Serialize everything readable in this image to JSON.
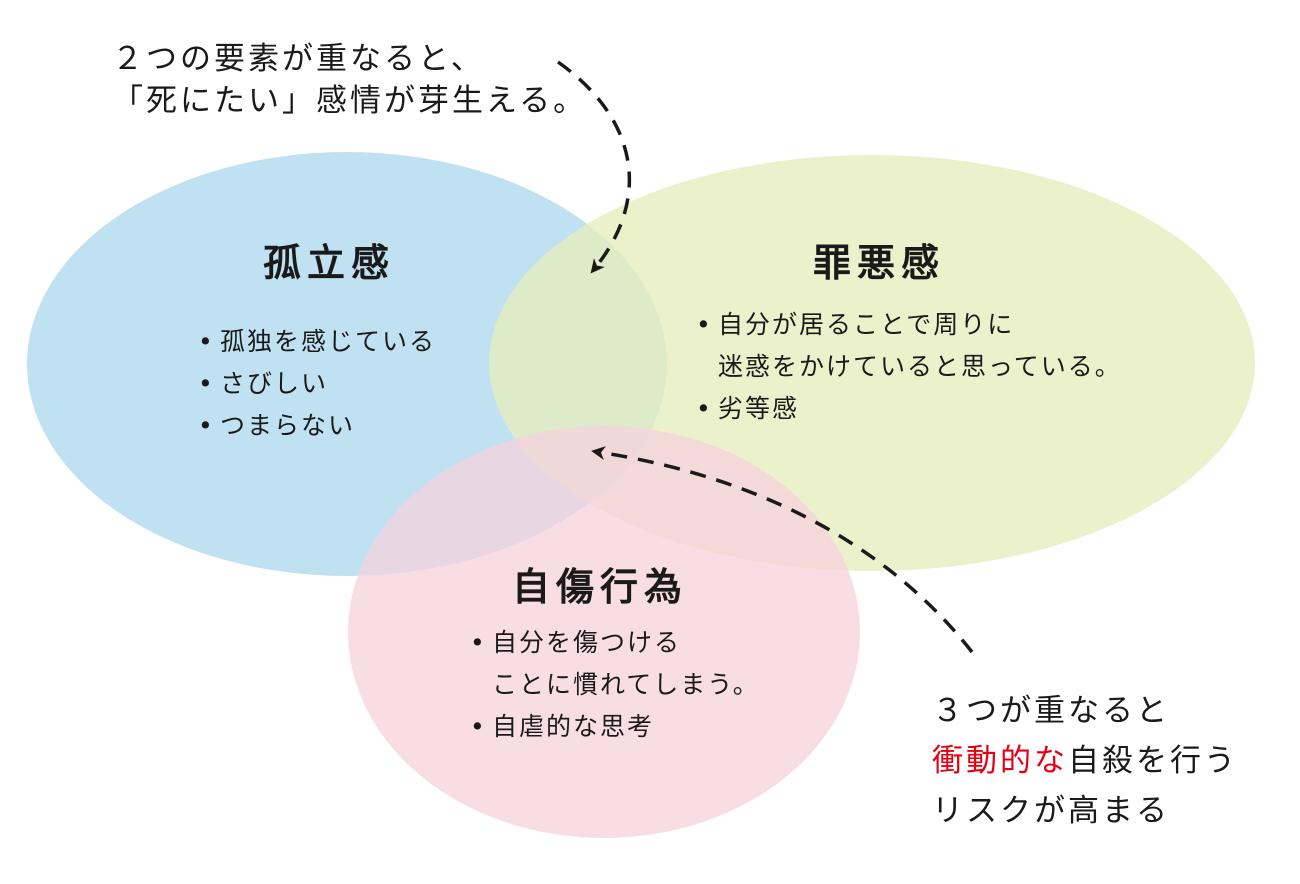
{
  "colors": {
    "isolation": "#b4dcf0",
    "guilt": "#e6eebe",
    "selfharm": "#f6d2dc",
    "emphasis": "#e60012"
  },
  "top_note": {
    "line1": "２つの要素が重なると、",
    "line2": "「死にたい」感情が芽生える。"
  },
  "isolation": {
    "title": "孤立感",
    "items": [
      "孤独を感じている",
      "さびしい",
      "つまらない"
    ]
  },
  "guilt": {
    "title": "罪悪感",
    "item1_line1": "自分が居ることで周りに",
    "item1_line2": "迷惑をかけていると思っている。",
    "item2": "劣等感"
  },
  "selfharm": {
    "title": "自傷行為",
    "item1_line1": "自分を傷つける",
    "item1_line2": "ことに慣れてしまう。",
    "item2": "自虐的な思考"
  },
  "bottom_note": {
    "line1": "３つが重なると",
    "line2_red": "衝動的な",
    "line2_rest": "自殺を行う",
    "line3": "リスクが高まる"
  },
  "bullet": "•"
}
